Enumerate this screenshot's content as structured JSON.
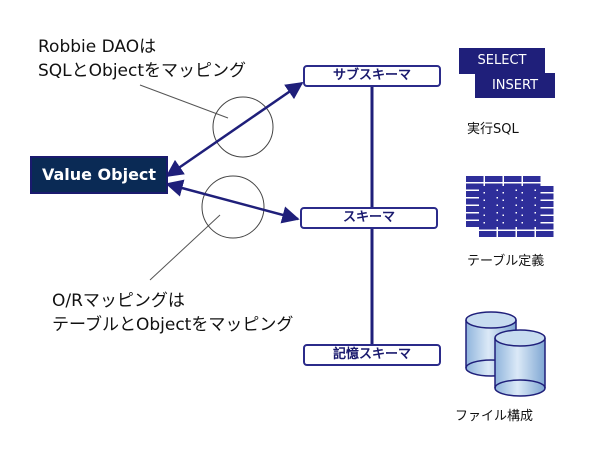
{
  "notes": {
    "dao_line1": "Robbie DAOは",
    "dao_line2": "SQLとObjectをマッピング",
    "or_line1": "O/Rマッピングは",
    "or_line2": "テーブルとObjectをマッピング"
  },
  "value_object_label": "Value Object",
  "schemas": {
    "sub_schema": "サブスキーマ",
    "schema": "スキーマ",
    "storage_schema": "記憶スキーマ"
  },
  "sql_cards": {
    "select": "SELECT",
    "insert": "INSERT"
  },
  "captions": {
    "executed_sql": "実行SQL",
    "table_definition": "テーブル定義",
    "file_structure": "ファイル構成"
  },
  "colors": {
    "navy": "#1f1f7a",
    "value_object_fill": "#0a2a55",
    "value_object_text": "#ffffff",
    "box_border": "#2b2b8a",
    "table_fill": "#2e2e9a",
    "cylinder_fill": "#a9c7e6"
  }
}
